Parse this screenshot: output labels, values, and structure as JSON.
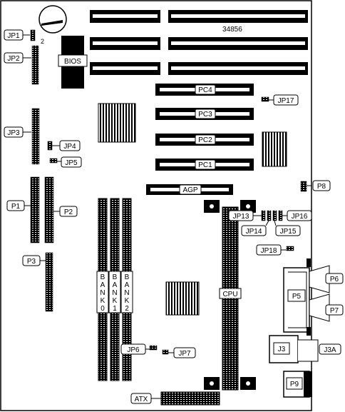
{
  "diagram": {
    "board_number": "34856",
    "bios_label": "BIOS",
    "pin_marker": "2",
    "pci_slots": [
      "PC4",
      "PC3",
      "PC2",
      "PC1"
    ],
    "agp_label": "AGP",
    "cpu_label": "CPU",
    "atx_label": "ATX",
    "banks": [
      {
        "letters": [
          "B",
          "A",
          "N",
          "K",
          "0"
        ]
      },
      {
        "letters": [
          "B",
          "A",
          "N",
          "K",
          "1"
        ]
      },
      {
        "letters": [
          "B",
          "A",
          "N",
          "K",
          "2"
        ]
      }
    ],
    "jumpers": {
      "jp1": "JP1",
      "jp2": "JP2",
      "jp3": "JP3",
      "jp4": "JP4",
      "jp5": "JP5",
      "jp6": "JP6",
      "jp7": "JP7",
      "jp13": "JP13",
      "jp14": "JP14",
      "jp15": "JP15",
      "jp16": "JP16",
      "jp17": "JP17",
      "jp18": "JP18"
    },
    "connectors": {
      "p1": "P1",
      "p2": "P2",
      "p3": "P3",
      "p5": "P5",
      "p6": "P6",
      "p7": "P7",
      "p8": "P8",
      "p9": "P9",
      "j3": "J3",
      "j3a": "J3A"
    }
  }
}
